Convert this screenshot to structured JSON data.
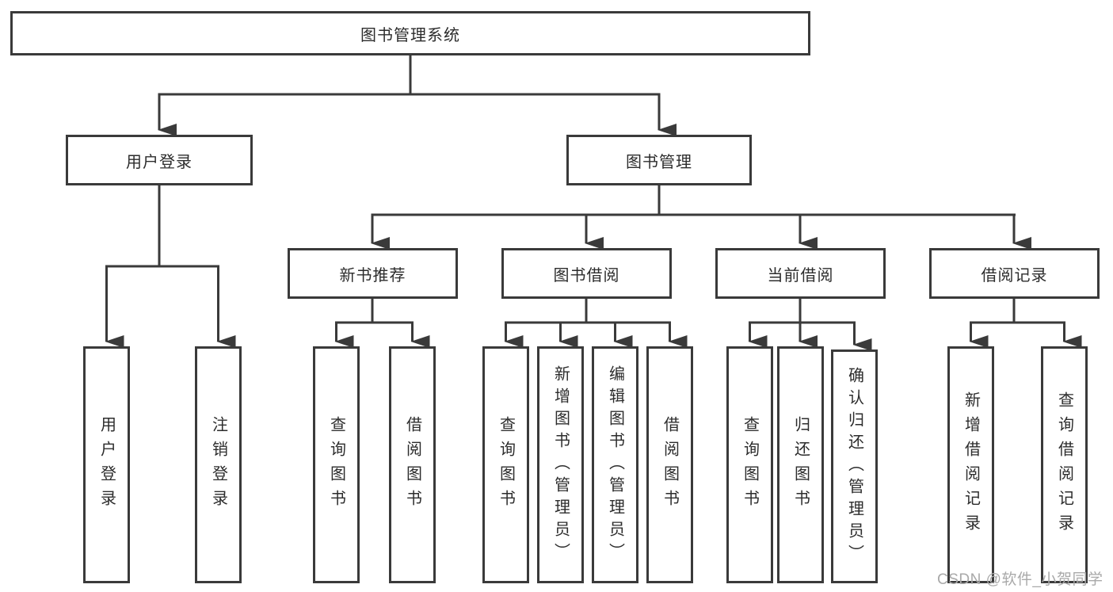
{
  "diagram": {
    "type": "tree",
    "root": {
      "label": "图书管理系统"
    },
    "level2": [
      {
        "label": "用户登录"
      },
      {
        "label": "图书管理"
      }
    ],
    "level3": [
      {
        "label": "新书推荐",
        "parent": "图书管理"
      },
      {
        "label": "图书借阅",
        "parent": "图书管理"
      },
      {
        "label": "当前借阅",
        "parent": "图书管理"
      },
      {
        "label": "借阅记录",
        "parent": "图书管理"
      }
    ],
    "leaves": [
      {
        "label": "用户登录",
        "parent": "用户登录"
      },
      {
        "label": "注销登录",
        "parent": "用户登录"
      },
      {
        "label": "查询图书",
        "parent": "新书推荐"
      },
      {
        "label": "借阅图书",
        "parent": "新书推荐"
      },
      {
        "label": "查询图书",
        "parent": "图书借阅"
      },
      {
        "label": "新增图书（管理员）",
        "parent": "图书借阅"
      },
      {
        "label": "编辑图书（管理员）",
        "parent": "图书借阅"
      },
      {
        "label": "借阅图书",
        "parent": "图书借阅"
      },
      {
        "label": "查询图书",
        "parent": "当前借阅"
      },
      {
        "label": "归还图书",
        "parent": "当前借阅"
      },
      {
        "label": "确认归还（管理员）",
        "parent": "当前借阅"
      },
      {
        "label": "新增借阅记录",
        "parent": "借阅记录"
      },
      {
        "label": "查询借阅记录",
        "parent": "借阅记录"
      }
    ],
    "watermark": "CSDN @软件_小贺同学",
    "colors": {
      "line": "#3a3a3a",
      "box_border": "#3a3a3a",
      "text": "#2c2c2c",
      "watermark": "#a9a9a9",
      "background": "#ffffff"
    }
  }
}
